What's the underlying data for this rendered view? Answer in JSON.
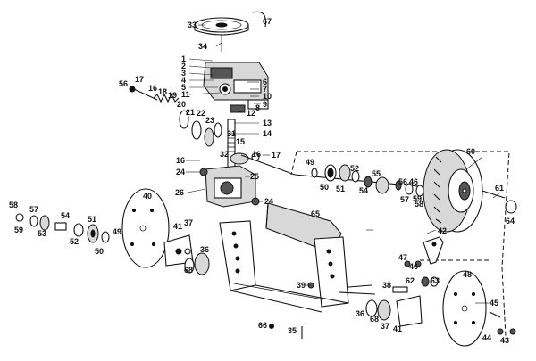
{
  "callouts": {
    "c33": "33",
    "c67": "67",
    "c34": "34",
    "c1": "1",
    "c2": "2",
    "c3": "3",
    "c4": "4",
    "c5": "5",
    "c6": "6",
    "c7": "7",
    "c8": "8",
    "c9": "9",
    "c10": "10",
    "c11": "11",
    "c12": "12",
    "c13": "13",
    "c14": "14",
    "c15": "15",
    "c16a": "16",
    "c16b": "16",
    "c16c": "16",
    "c17a": "17",
    "c17b": "17",
    "c18": "18",
    "c19": "19",
    "c20": "20",
    "c21": "21",
    "c22": "22",
    "c23": "23",
    "c24a": "24",
    "c24b": "24",
    "c25": "25",
    "c26": "26",
    "c31": "31",
    "c32": "32",
    "c56": "56",
    "c58a": "58",
    "c59a": "59",
    "c57a": "57",
    "c54a": "54",
    "c53": "53",
    "c51a": "51",
    "c52a": "52",
    "c50a": "50",
    "c49a": "49",
    "c40": "40",
    "c41a": "41",
    "c37a": "37",
    "c36a": "36",
    "c68a": "68",
    "c65": "65",
    "c39": "39",
    "c66": "66",
    "c35": "35",
    "c49b": "49",
    "c50b": "50",
    "c51b": "51",
    "c52b": "52",
    "c55": "55",
    "c54b": "54",
    "c56b": "56",
    "c46a": "46",
    "c57b": "57",
    "c59b": "59",
    "c58b": "58",
    "c60": "60",
    "c61": "61",
    "c64": "64",
    "c42": "42",
    "c47": "47",
    "c46b": "46",
    "c48": "48",
    "c62": "62",
    "c63": "63",
    "c38": "38",
    "c36b": "36",
    "c68b": "68",
    "c37b": "37",
    "c41b": "41",
    "c45": "45",
    "c44": "44",
    "c43": "43"
  }
}
